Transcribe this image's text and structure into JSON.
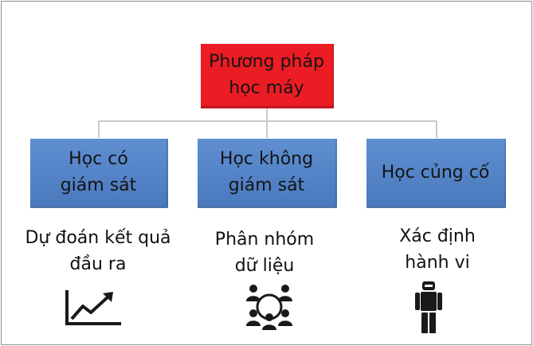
{
  "root": {
    "label": "Phương pháp\nhọc máy"
  },
  "branches": [
    {
      "label": "Học có\ngiám sát",
      "caption": "Dự đoán kết quả\nđầu ra",
      "icon": "trend-chart-icon"
    },
    {
      "label": "Học không\ngiám sát",
      "caption": "Phân nhóm\ndữ liệu",
      "icon": "group-people-icon"
    },
    {
      "label": "Học củng cố",
      "caption": "Xác định\nhành vi",
      "icon": "robot-icon"
    }
  ],
  "colors": {
    "root_box": "#ec1c24",
    "branch_box": "#4f81bd",
    "connector": "#c8c8c8",
    "icon": "#1a1a1a"
  }
}
